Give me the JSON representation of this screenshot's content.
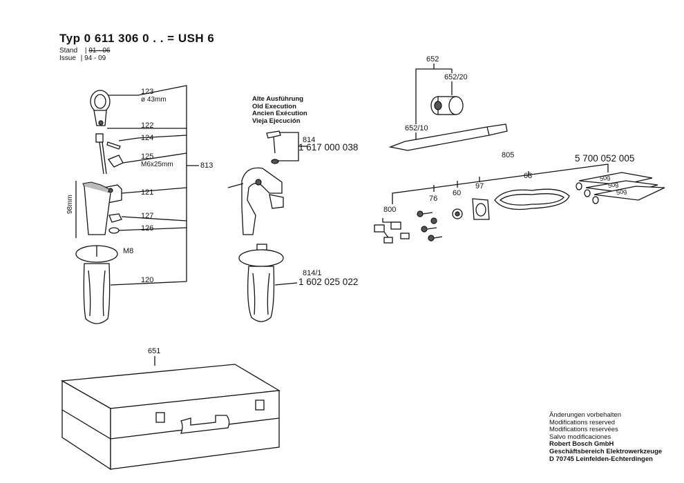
{
  "header": {
    "title": "Typ  0 611 306 0 . .  = USH 6",
    "stand_label": "Stand",
    "stand_value": "91 - 06",
    "issue_label": "Issue",
    "issue_value": "94 - 09"
  },
  "old_execution": [
    "Alte Ausführung",
    "Old Execution",
    "Ancien Exécution",
    "Vieja Ejecución"
  ],
  "labels": {
    "p123": "123",
    "p123_sub": "ø 43mm",
    "p122": "122",
    "p124": "124",
    "p125": "125",
    "p125_sub": "M6x25mm",
    "p813": "813",
    "p121": "121",
    "p98mm": "98mm",
    "p127": "127",
    "p126": "126",
    "pM8": "M8",
    "p120": "120",
    "p814": "814",
    "p814_num": "1 617 000 038",
    "p814_1": "814/1",
    "p814_1_num": "1 602 025 022",
    "p652": "652",
    "p652_20": "652/20",
    "p652_10": "652/10",
    "p805": "805",
    "p805_num": "5 700 052 005",
    "p800": "800",
    "p76": "76",
    "p60": "60",
    "p97": "97",
    "p63": "63",
    "p50g": "50g",
    "p651": "651"
  },
  "footer": {
    "lines": [
      "Änderungen vorbehalten",
      "Modifications reserved",
      "Modifications reservées",
      "Salvo modificaciones"
    ],
    "company": [
      "Robert Bosch GmbH",
      "Geschäftsbereich Elektrowerkzeuge",
      "D 70745 Leinfelden-Echterdingen"
    ]
  }
}
